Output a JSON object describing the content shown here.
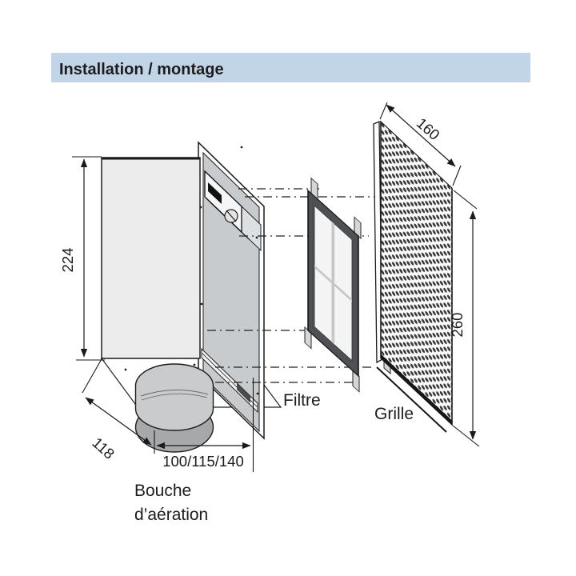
{
  "header": {
    "title": "Installation / montage"
  },
  "labels": {
    "filtre": "Filtre",
    "grille": "Grille",
    "bouche_line1": "Bouche",
    "bouche_line2": "d’aération"
  },
  "dimensions": {
    "box_height": "224",
    "box_depth": "118",
    "spigot_diameters": "100/115/140",
    "grille_width": "160",
    "grille_height": "260"
  },
  "colors": {
    "header_bg": "#c2d5e8",
    "header_text": "#222222",
    "box_face": "#ececec",
    "panel_face": "#c7cbce",
    "plate_face": "#ffffff",
    "cylinder_top": "#c9cbcd",
    "cylinder_bottom": "#a6a8aa",
    "filter_frame": "#4e5053",
    "filter_pane": "#f4f4f4",
    "filter_cross": "#c6c6c6",
    "grille_face": "#fbfbfb",
    "grille_dots": "#3a3a3a",
    "tab_fill": "#d4d6d8"
  }
}
